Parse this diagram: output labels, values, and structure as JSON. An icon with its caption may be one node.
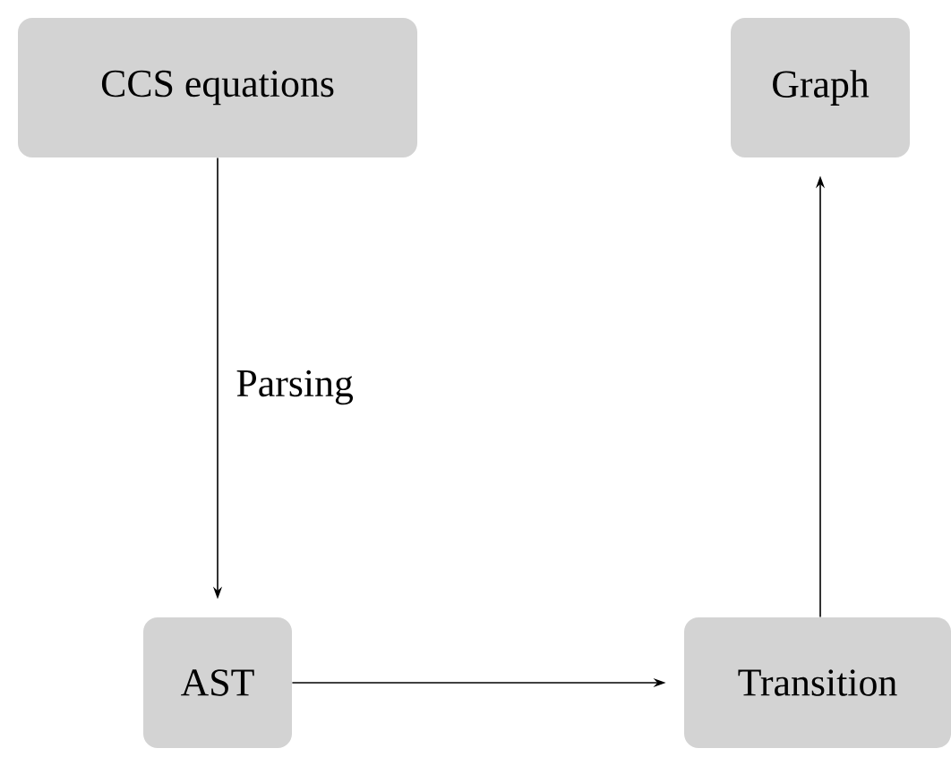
{
  "diagram": {
    "nodes": [
      {
        "text": [
          "CCS equations"
        ]
      },
      {
        "text": [
          "Graph"
        ]
      },
      {
        "text": [
          "AST"
        ]
      },
      {
        "text": [
          "Transition"
        ]
      }
    ],
    "edges": [
      {
        "from": 0,
        "to": 2,
        "arrow": "to",
        "label": "Parsing"
      },
      {
        "from": 2,
        "to": 3,
        "arrow": "to"
      },
      {
        "from": 3,
        "to": 1,
        "arrow": "to"
      }
    ]
  }
}
